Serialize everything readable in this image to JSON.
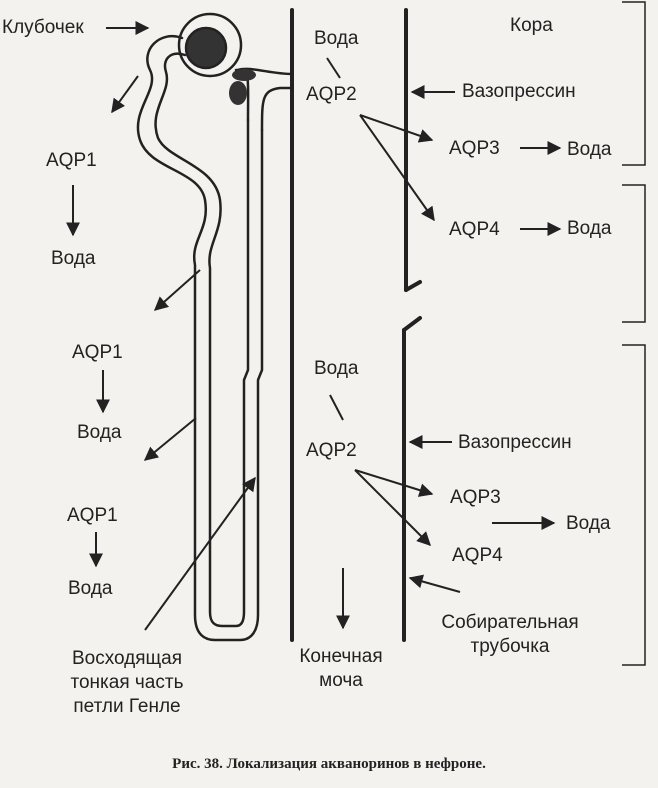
{
  "labels": {
    "glomerulus": "Клубочек",
    "aqp1_a": "AQP1",
    "water_a": "Вода",
    "aqp1_b": "AQP1",
    "water_b": "Вода",
    "aqp1_c": "AQP1",
    "water_c": "Вода",
    "ascending": [
      "Восходящая",
      "тонкая часть",
      "петли Генле"
    ],
    "urine": [
      "Конечная",
      "моча"
    ],
    "cortex": "Кора",
    "water_top": "Вода",
    "aqp2_top": "AQP2",
    "vasopressin_top": "Вазопрессин",
    "aqp3_top": "AQP3",
    "water_aqp3_top": "Вода",
    "aqp4_top": "AQP4",
    "water_aqp4_top": "Вода",
    "water_bottom": "Вода",
    "aqp2_bottom": "AQP2",
    "vasopressin_bottom": "Вазопрессин",
    "aqp3_bottom": "AQP3",
    "aqp4_bottom": "AQP4",
    "water_bottom_right": "Вода",
    "collecting": [
      "Собирательная",
      "трубочка"
    ]
  },
  "caption": "Рис. 38. Локализация акванори­нов в нефроне.",
  "colors": {
    "ink": "#222222",
    "paper": "#f4f2ee"
  }
}
